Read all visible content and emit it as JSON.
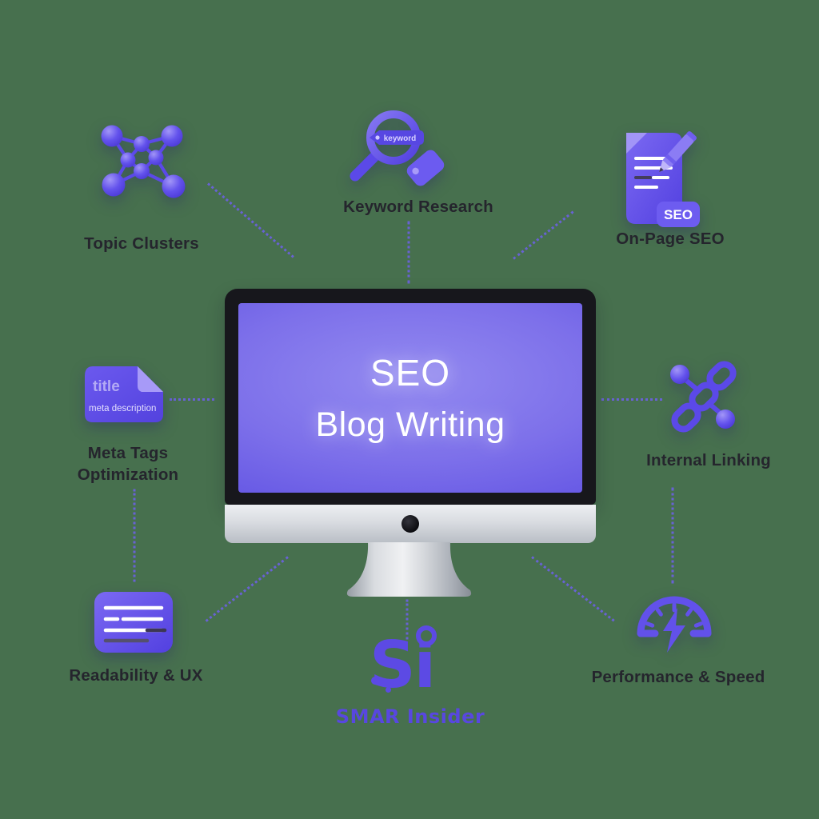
{
  "canvas": {
    "background_color": "#47704E",
    "accent_purple": "#5B49E8",
    "connector_color": "#6F5FEC"
  },
  "monitor": {
    "screen_line1": "SEO",
    "screen_line2": "Blog Writing"
  },
  "nodes": {
    "topic_clusters": {
      "label": "Topic Clusters",
      "icon": "network-cluster-icon"
    },
    "keyword_research": {
      "label": "Keyword Research",
      "icon": "magnifier-keyword-tag-icon",
      "tag_text": "keyword"
    },
    "on_page_seo": {
      "label": "On-Page SEO",
      "icon": "document-pencil-icon",
      "badge_text": "SEO"
    },
    "meta_tags": {
      "label_line1": "Meta Tags",
      "label_line2": "Optimization",
      "icon": "meta-note-icon",
      "note_title": "title",
      "note_description": "meta description"
    },
    "internal_linking": {
      "label": "Internal Linking",
      "icon": "chain-link-icon"
    },
    "readability_ux": {
      "label": "Readability & UX",
      "icon": "text-card-icon"
    },
    "performance_speed": {
      "label": "Performance & Speed",
      "icon": "speedometer-bolt-icon"
    }
  },
  "branding": {
    "logo_text": "Si",
    "company_name": "SMAR Insider"
  }
}
